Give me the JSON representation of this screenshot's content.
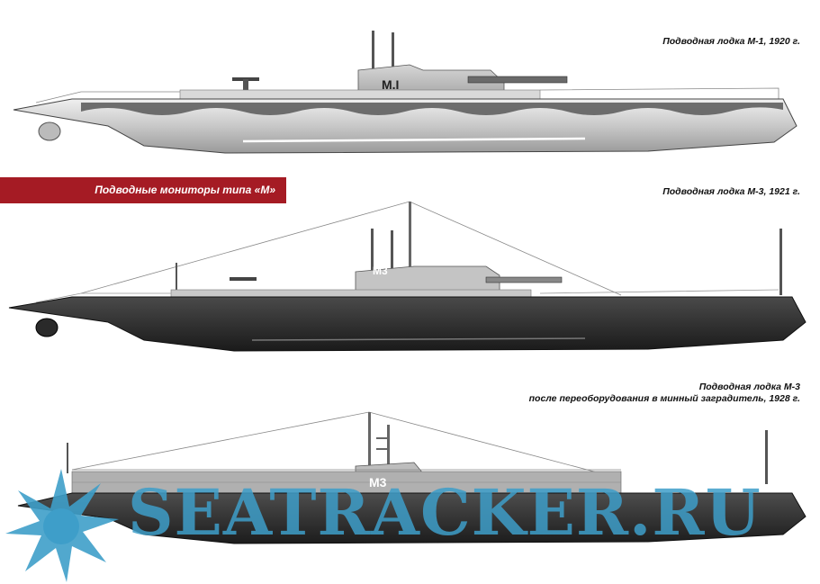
{
  "captions": {
    "m1": "Подводная лодка М-1, 1920 г.",
    "m3": "Подводная лодка М-3, 1921 г.",
    "m3_refit_line1": "Подводная лодка М-3",
    "m3_refit_line2": "после переоборудования в минный заградитель, 1928 г."
  },
  "banner": {
    "text": "Подводные мониторы типа «М»",
    "color": "#a51b24"
  },
  "hull_markings": {
    "m1": "M.I",
    "m3": "M3",
    "m3_refit": "M3"
  },
  "watermark": {
    "text": "SEATRACKER.RU",
    "color": "#3e9ec9"
  }
}
